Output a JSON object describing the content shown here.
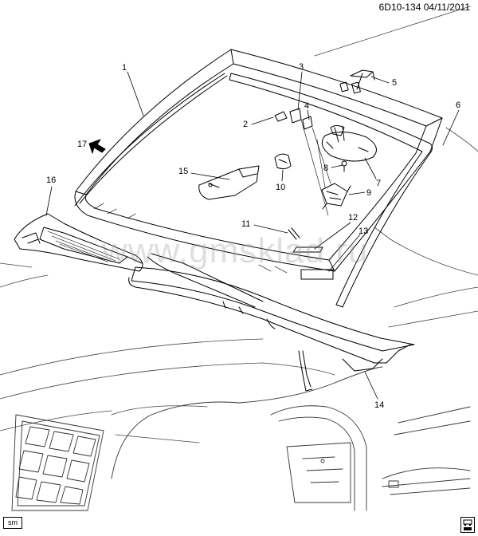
{
  "header": {
    "code": "6D10-134",
    "date": "04/11/2011"
  },
  "watermark": "www.gmsklad.ru",
  "badge": "sm",
  "callouts": [
    "1",
    "2",
    "3",
    "4",
    "5",
    "6",
    "7",
    "8",
    "9",
    "10",
    "11",
    "12",
    "13",
    "14",
    "15",
    "16",
    "17"
  ],
  "icons": {
    "corner": "car-lift-icon",
    "arrow": "view-direction-arrow-icon"
  },
  "colors": {
    "line": "#000000",
    "watermark": "#969696"
  }
}
